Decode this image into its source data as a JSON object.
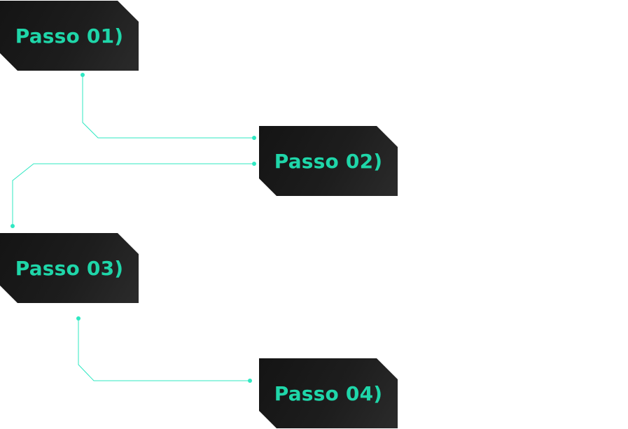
{
  "steps": [
    {
      "label": "Passo 01)"
    },
    {
      "label": "Passo 02)"
    },
    {
      "label": "Passo 03)"
    },
    {
      "label": "Passo 04)"
    }
  ],
  "colors": {
    "accent": "#1fd6a9",
    "connector": "#2fe8c2",
    "card": "#1a1a1a"
  }
}
